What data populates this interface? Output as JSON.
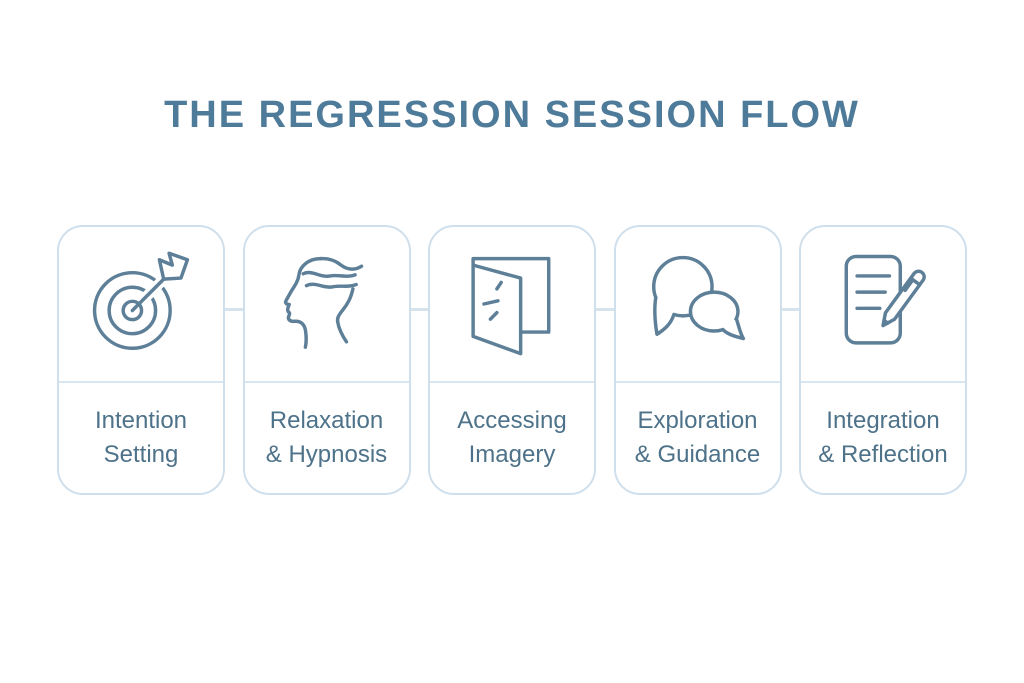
{
  "title": "THE REGRESSION SESSION FLOW",
  "colors": {
    "title": "#4e7b99",
    "label": "#4d7289",
    "icon": "#5d7f98",
    "card_border": "#cfdfec",
    "divider": "#dbe7f0",
    "connector": "#d5e3ed",
    "background": "#ffffff"
  },
  "steps": [
    {
      "name": "intention-setting",
      "icon": "target-icon",
      "label_line1": "Intention",
      "label_line2": "Setting"
    },
    {
      "name": "relaxation-hypnosis",
      "icon": "head-relaxation-icon",
      "label_line1": "Relaxation",
      "label_line2": "& Hypnosis"
    },
    {
      "name": "accessing-imagery",
      "icon": "open-door-icon",
      "label_line1": "Accessing",
      "label_line2": "Imagery"
    },
    {
      "name": "exploration-guidance",
      "icon": "speech-bubbles-icon",
      "label_line1": "Exploration",
      "label_line2": "& Guidance"
    },
    {
      "name": "integration-reflection",
      "icon": "notepad-pen-icon",
      "label_line1": "Integration",
      "label_line2": "& Reflection"
    }
  ]
}
